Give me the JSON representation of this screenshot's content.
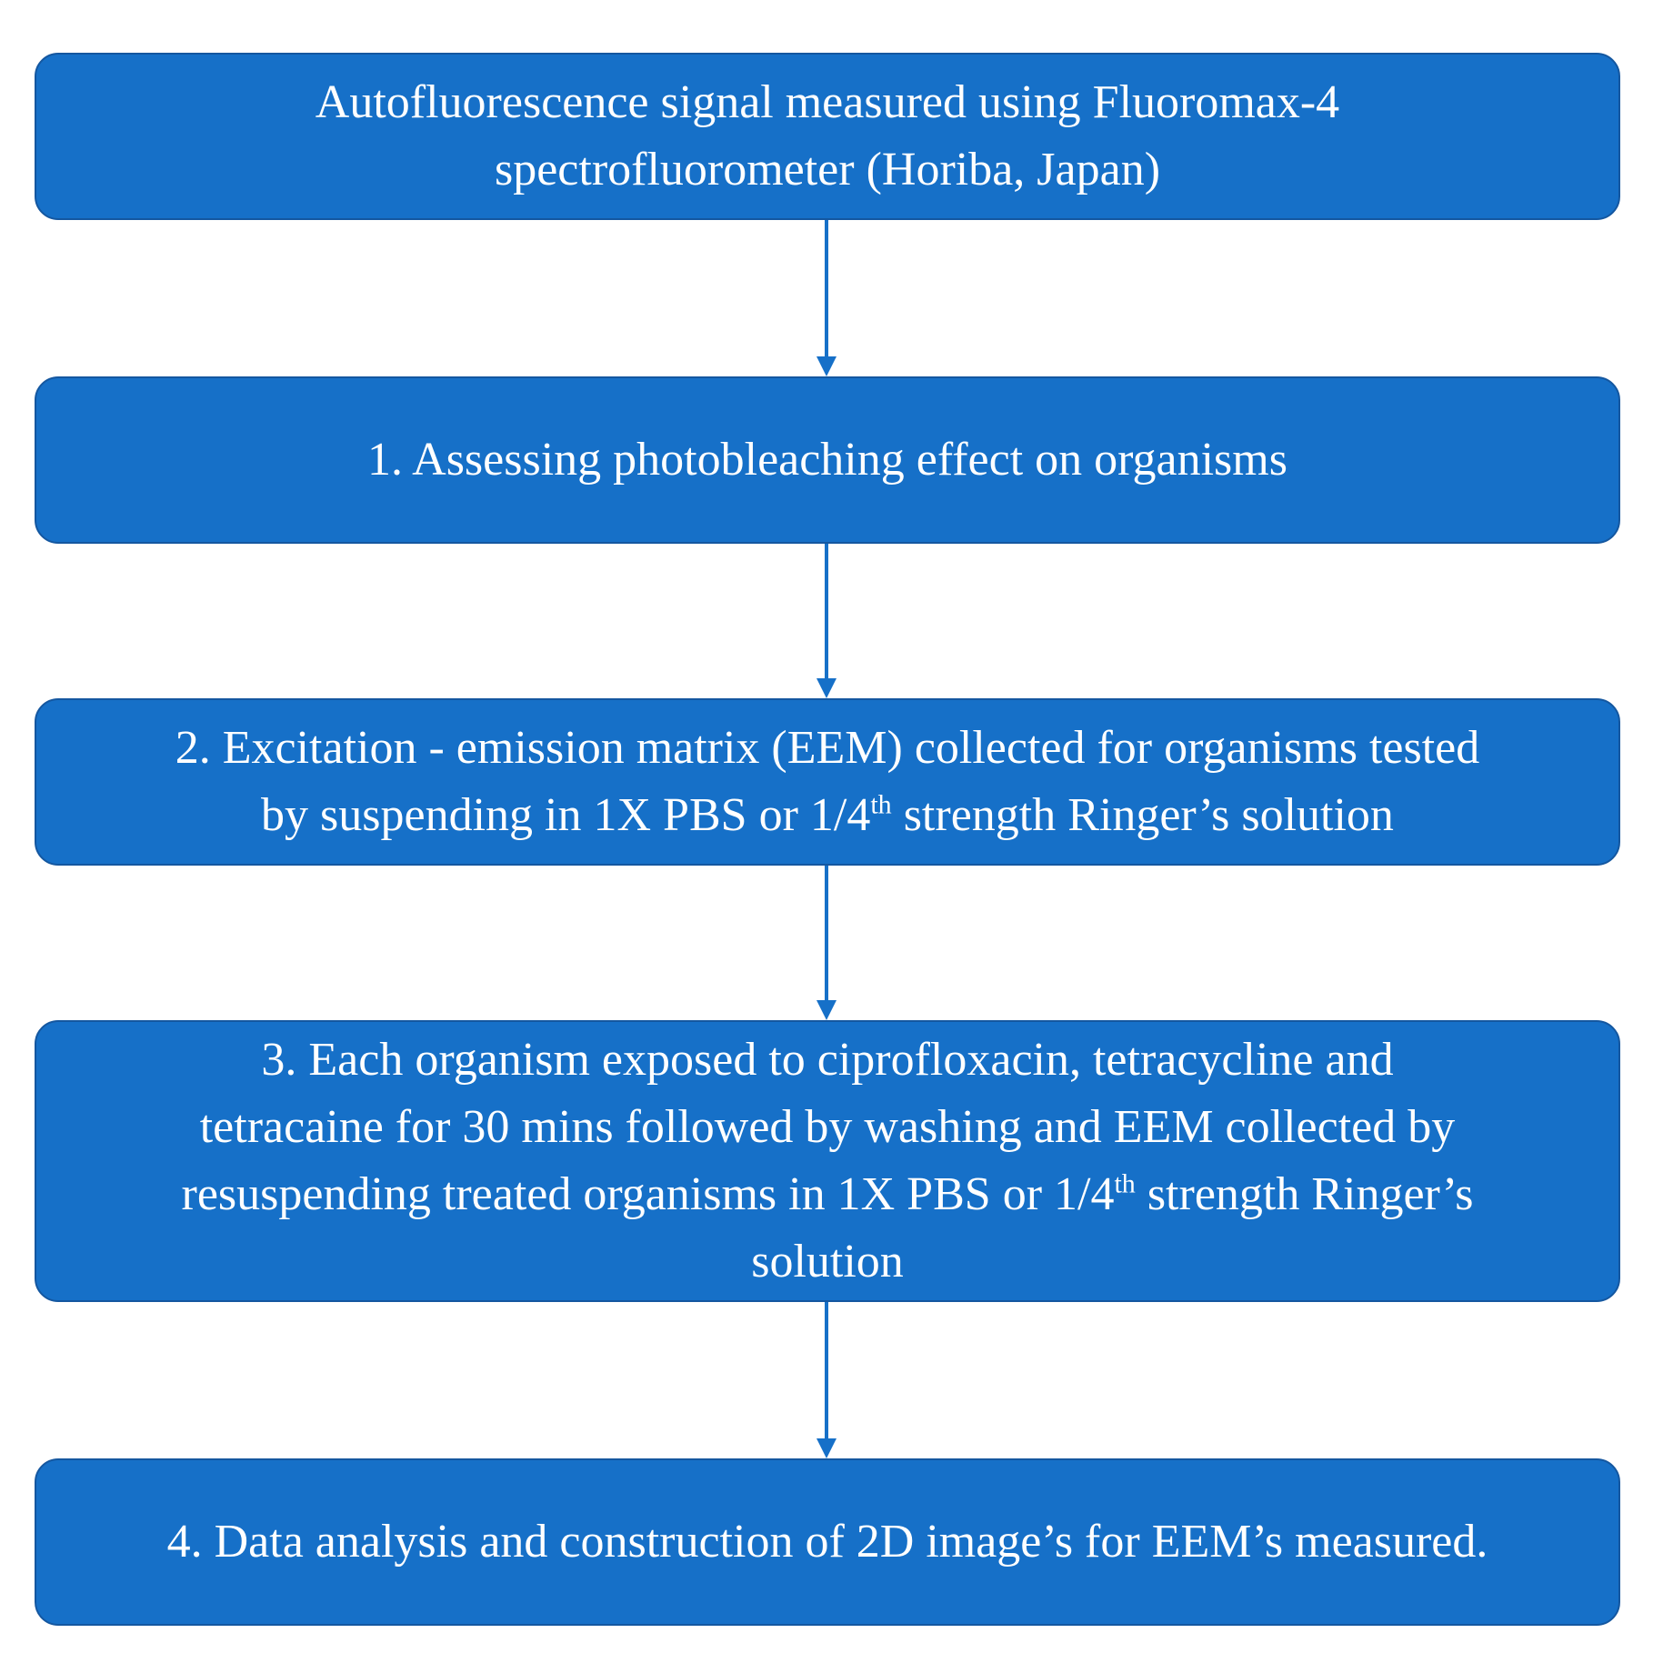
{
  "colors": {
    "box_fill": "#1670c8",
    "box_border": "#1457a0",
    "text": "#ffffff",
    "arrow": "#1670c8"
  },
  "steps": [
    {
      "lines": [
        {
          "text": "Autofluorescence signal measured using Fluoromax-4"
        },
        {
          "text": "spectrofluorometer (Horiba, Japan)"
        }
      ]
    },
    {
      "lines": [
        {
          "text": "1. Assessing photobleaching effect on organisms"
        }
      ]
    },
    {
      "lines": [
        {
          "text": "2. Excitation - emission matrix (EEM) collected for organisms tested"
        },
        {
          "text": "by suspending in 1X PBS or 1/4",
          "sup": "th",
          "after": " strength Ringer’s solution"
        }
      ]
    },
    {
      "lines": [
        {
          "text": "3. Each organism exposed to ciprofloxacin, tetracycline and"
        },
        {
          "text": "tetracaine for 30 mins followed by washing and EEM collected by"
        },
        {
          "text": "resuspending treated organisms in 1X PBS or 1/4",
          "sup": "th",
          "after": " strength Ringer’s"
        },
        {
          "text": "solution"
        }
      ]
    },
    {
      "lines": [
        {
          "text": "4. Data analysis and construction of 2D image’s for EEM’s measured."
        }
      ]
    }
  ]
}
